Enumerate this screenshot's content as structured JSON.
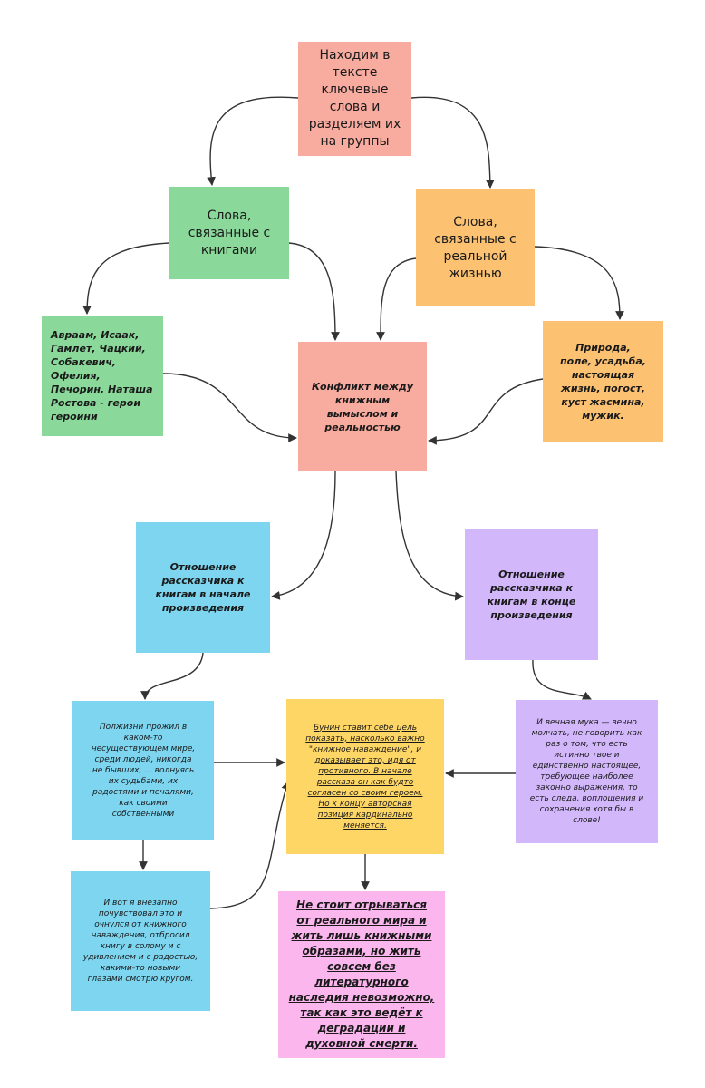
{
  "colors": {
    "salmon": "#f8ab9f",
    "green": "#8ad99a",
    "orange": "#fcc272",
    "blue": "#7dd5f0",
    "purple": "#d3b7fb",
    "yellow": "#fed665",
    "pink": "#fbb6ee",
    "arrow": "#333333"
  },
  "nodes": {
    "root": "Находим в\nтексте\nключевые\nслова и\nразделяем их\nна группы",
    "books": "Слова,\nсвязанные с\nкнигами",
    "life": "Слова,\nсвязанные с\nреальной\nжизнью",
    "heroes": "Авраам, Исаак,\nГамлет, Чацкий,\nСобакевич,\nОфелия,\nПечорин, Наташа\nРостова - герои\nгероини",
    "conflict": "Конфликт между\nкнижным\nвымыслом и\nреальностью",
    "nature": "Природа,\nполе, усадьба,\nнастоящая\nжизнь, погост,\nкуст жасмина,\nмужик.",
    "begin": "Отношение\nрассказчика к\nкнигам в начале\nпроизведения",
    "end": "Отношение\nрассказчика к\nкнигам в конце\nпроизведения",
    "halflife": "Полжизни прожил в\nкаком-то\nнесуществующем мире,\nсреди людей, никогда\nне бывших, ... волнуясь\nих судьбами, их\nрадостями и печалями,\nкак своими\nсобственными",
    "center": "Бунин ставит себе цель\nпоказать, насколько важно\n\"книжное наваждение\", и\nдоказывает это, идя от\nпротивного. В начале\nрассказа он как будто\nсогласен со своим героем.\nНо к концу авторская\nпозиция кардинально\nменяется.",
    "torment": "И вечная мука — вечно\nмолчать, не говорить как\nраз о том, что есть\nистинно твое и\nединственно настоящее,\nтребующее наиболее\nзаконно выражения, то\nесть следа, воплощения и\nсохранения хотя бы в\nслове!",
    "suddenly": "И вот я внезапно\nпочувствовал это и\nочнулся от книжного\nнаваждения, отбросил\nкнигу в солому и с\nудивлением и с радостью,\nкакими-то новыми\nглазами смотрю кругом.",
    "conclusion": "Не стоит отрываться\nот реального мира и\nжить лишь книжными\nобразами, но жить\nсовсем без\nлитературного\nнаследия невозможно,\nтак как это ведёт к\nдеградации и\nдуховной смерти."
  }
}
